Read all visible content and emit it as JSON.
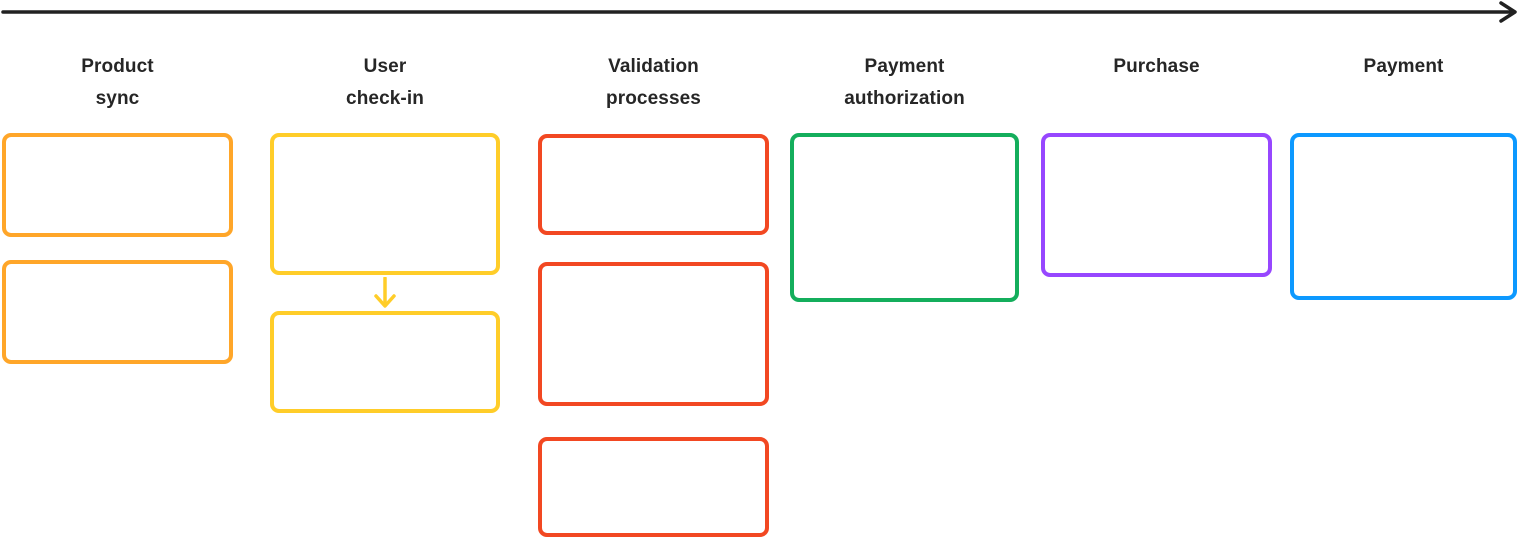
{
  "canvas": {
    "background": "#FFFFFF",
    "text_color": "#262626"
  },
  "timeline": {
    "description": "horizontal flow arrow pointing right",
    "color": "#212121"
  },
  "columns": [
    {
      "name": "Product sync",
      "label": "Product\nsync",
      "color": "#FFA629",
      "box_count": 2
    },
    {
      "name": "User check-in",
      "label": "User\ncheck-in",
      "color": "#FFCD29",
      "box_count": 2,
      "connector": "arrow-down"
    },
    {
      "name": "Validation processes",
      "label": "Validation\nprocesses",
      "color": "#F24822",
      "box_count": 3
    },
    {
      "name": "Payment authorization",
      "label": "Payment\nauthorization",
      "color": "#14AE5C",
      "box_count": 1
    },
    {
      "name": "Purchase",
      "label": "Purchase",
      "color": "#9747FF",
      "box_count": 1
    },
    {
      "name": "Payment",
      "label": "Payment",
      "color": "#0D99FF",
      "box_count": 1
    }
  ]
}
